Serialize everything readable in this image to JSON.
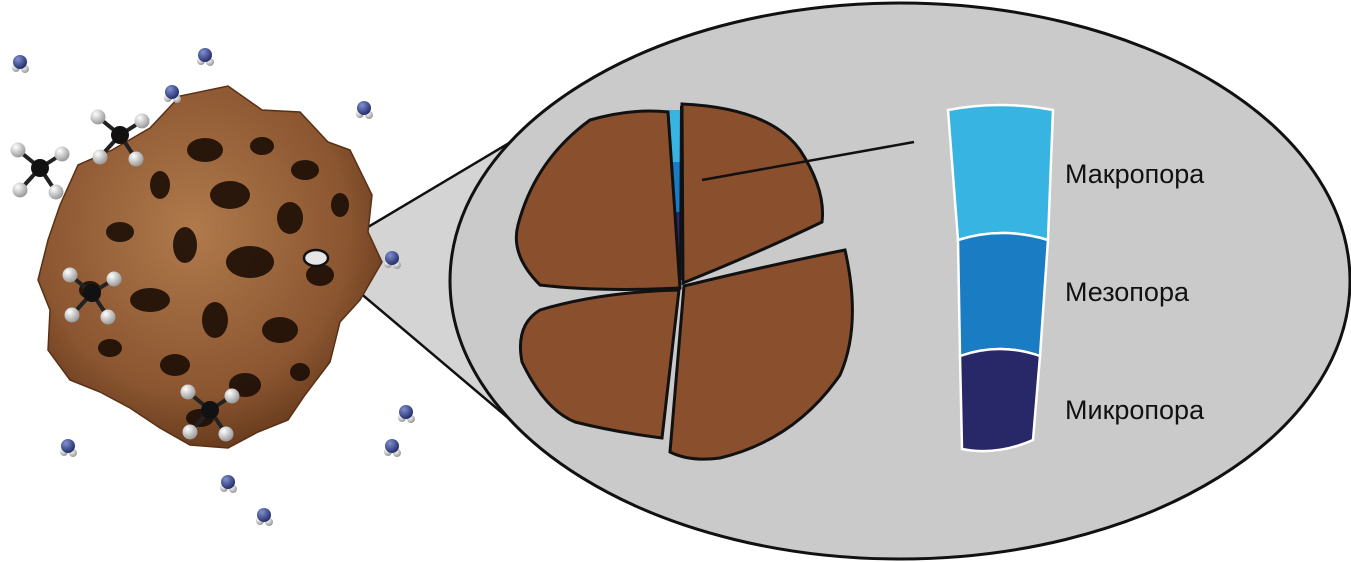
{
  "colors": {
    "background": "#ffffff",
    "magnifier_fill": "#cacaca",
    "particle_brown": "#8a5530",
    "particle_dark": "#2a160a",
    "grain_brown": "#8a4f2c",
    "macro_color": "#38b4e2",
    "meso_color": "#1a7cc2",
    "micro_color": "#282868",
    "molecule_blue": "#34448e",
    "molecule_white": "#e2e2e2",
    "methane_carbon": "#111111"
  },
  "legend": [
    {
      "key": "macro",
      "label": "Макропора"
    },
    {
      "key": "meso",
      "label": "Мезопора"
    },
    {
      "key": "micro",
      "label": "Микропора"
    }
  ],
  "icons": {
    "water_molecule": "water-molecule-icon",
    "methane_molecule": "methane-molecule-icon"
  }
}
